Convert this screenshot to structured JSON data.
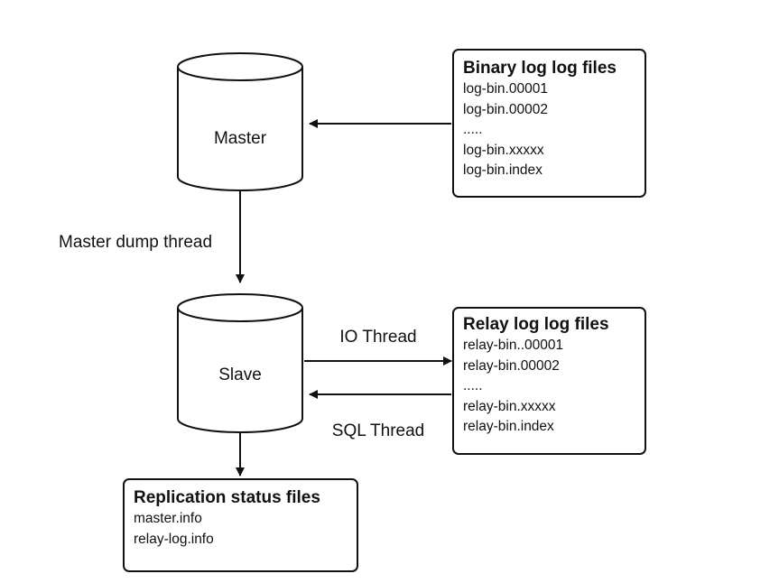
{
  "nodes": {
    "master": {
      "label": "Master"
    },
    "slave": {
      "label": "Slave"
    }
  },
  "edges": {
    "master_dump": {
      "label": "Master dump thread"
    },
    "io_thread": {
      "label": "IO Thread"
    },
    "sql_thread": {
      "label": "SQL Thread"
    }
  },
  "binary_log": {
    "title": "Binary log log files",
    "items": [
      "log-bin.00001",
      "log-bin.00002",
      ".....",
      "log-bin.xxxxx",
      "log-bin.index"
    ]
  },
  "relay_log": {
    "title": "Relay log log files",
    "items": [
      "relay-bin..00001",
      "relay-bin.00002",
      ".....",
      "relay-bin.xxxxx",
      "relay-bin.index"
    ]
  },
  "replication_status": {
    "title": "Replication status files",
    "items": [
      "master.info",
      "relay-log.info"
    ]
  },
  "colors": {
    "stroke": "#111111",
    "background": "#ffffff"
  }
}
